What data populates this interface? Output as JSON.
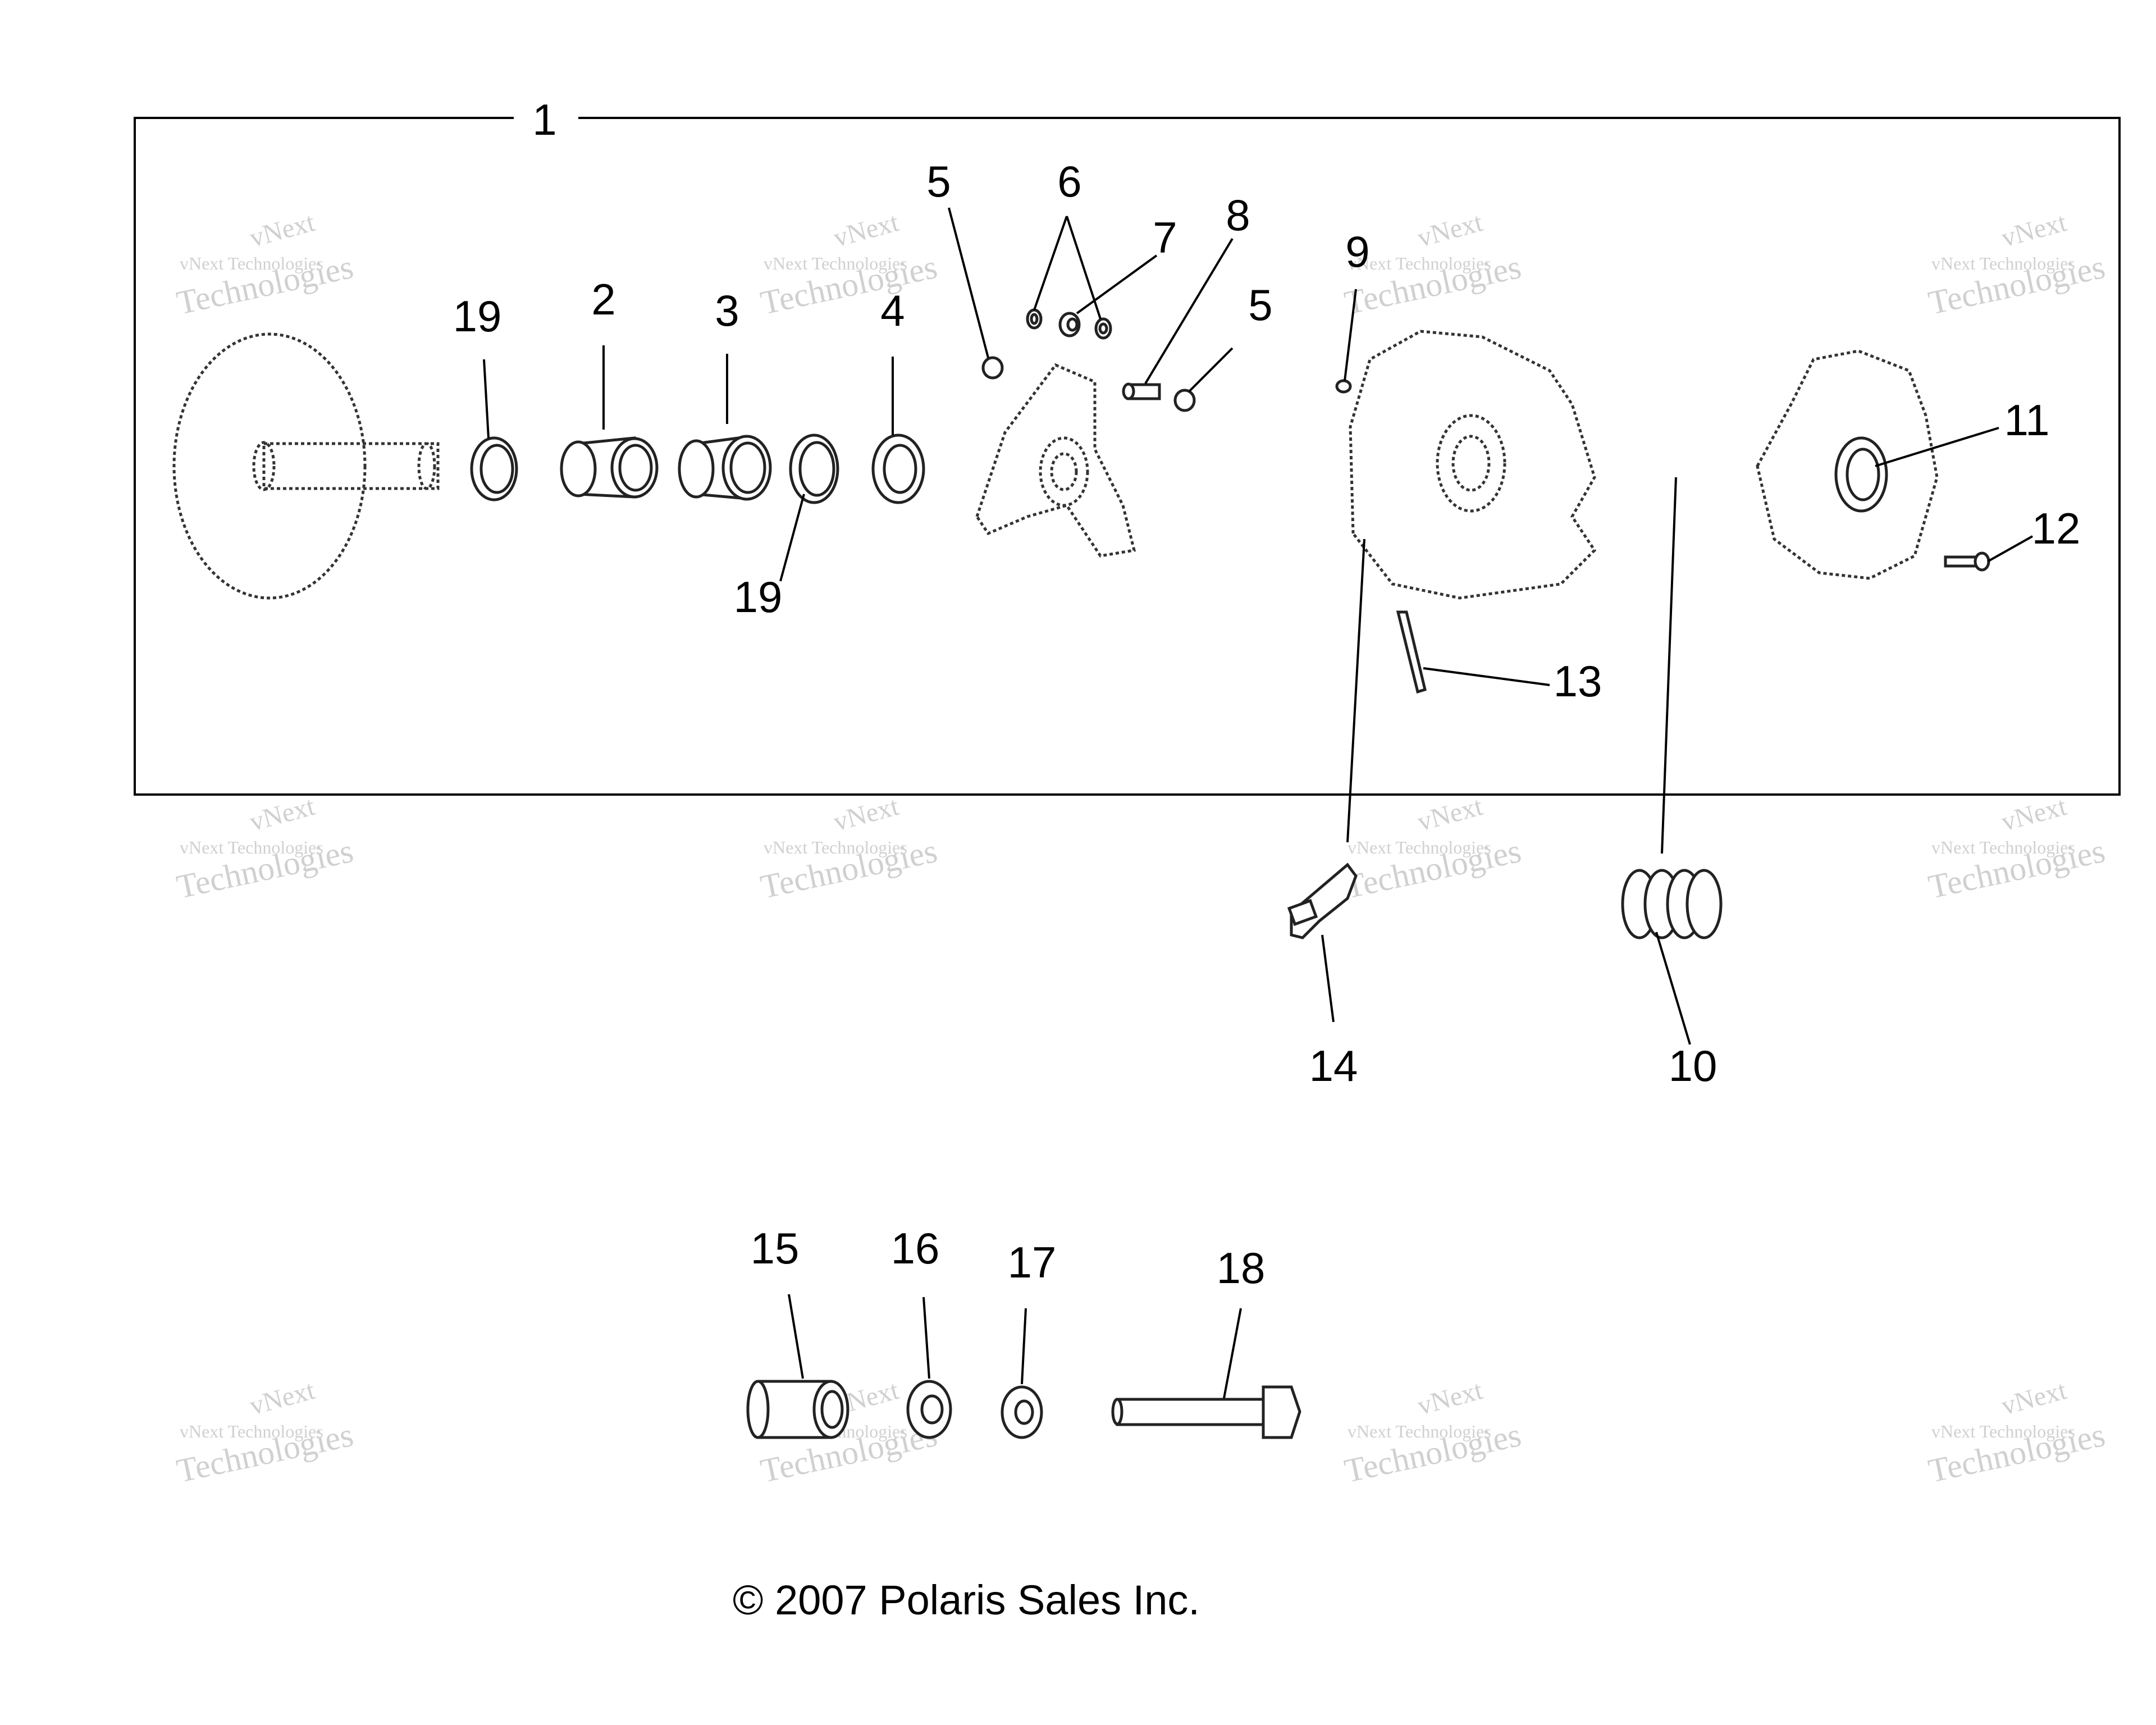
{
  "callouts": [
    "1",
    "2",
    "3",
    "4",
    "5",
    "6",
    "7",
    "8",
    "5",
    "9",
    "19",
    "19",
    "10",
    "11",
    "12",
    "13",
    "14",
    "15",
    "16",
    "17",
    "18"
  ],
  "watermark": {
    "line1": "vNext",
    "line2": "vNext Technologies",
    "line3": "Technologies"
  },
  "copyright": "© 2007 Polaris Sales Inc."
}
